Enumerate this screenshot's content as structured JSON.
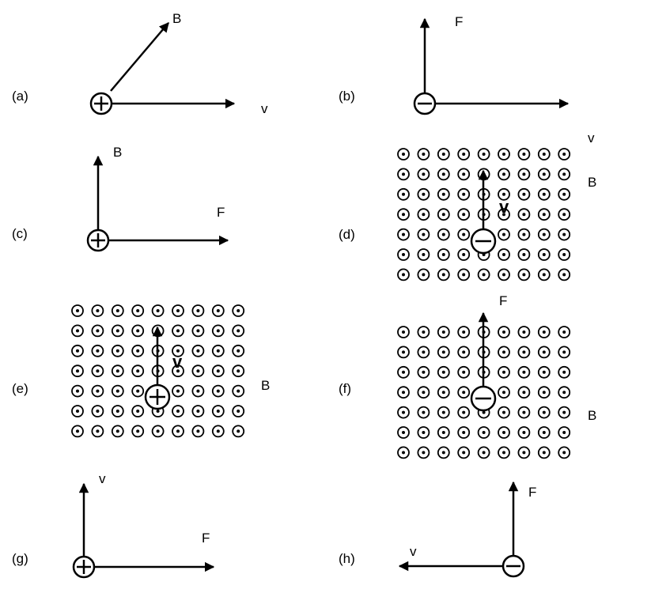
{
  "panels": [
    {
      "id": "a",
      "label": "(a)",
      "texts": {
        "B": "B",
        "v": "v"
      }
    },
    {
      "id": "b",
      "label": "(b)",
      "texts": {
        "F": "F",
        "v": "v"
      }
    },
    {
      "id": "c",
      "label": "(c)",
      "texts": {
        "B": "B",
        "F": "F"
      }
    },
    {
      "id": "d",
      "label": "(d)",
      "texts": {
        "v": "v",
        "B": "B"
      }
    },
    {
      "id": "e",
      "label": "(e)",
      "texts": {
        "v": "v",
        "B": "B"
      }
    },
    {
      "id": "f",
      "label": "(f)",
      "texts": {
        "F": "F",
        "B": "B"
      }
    },
    {
      "id": "g",
      "label": "(g)",
      "texts": {
        "v": "v",
        "F": "F"
      }
    },
    {
      "id": "h",
      "label": "(h)",
      "texts": {
        "F": "F",
        "v": "v"
      }
    }
  ],
  "field_grids": {
    "d": {
      "rows": 7,
      "cols": 9
    },
    "e": {
      "rows": 7,
      "cols": 9
    },
    "f": {
      "rows": 7,
      "cols": 9
    }
  },
  "charges": {
    "a": "positive",
    "b": "negative",
    "c": "positive",
    "d": "negative",
    "e": "positive",
    "f": "negative",
    "g": "positive",
    "h": "negative"
  }
}
